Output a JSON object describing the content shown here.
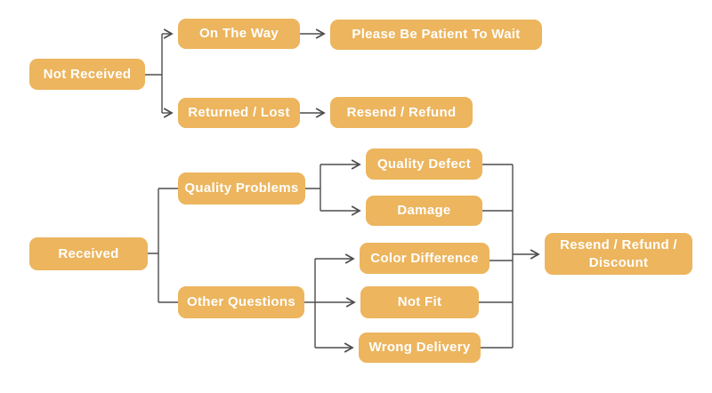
{
  "diagram": {
    "type": "flowchart",
    "colors": {
      "background": "#ffffff",
      "node_fill": "#ecb55e",
      "node_text": "#ffffff",
      "connector": "#4d4d4d"
    },
    "nodes": {
      "not_received": {
        "label": "Not Received"
      },
      "on_the_way": {
        "label": "On The Way"
      },
      "please_wait": {
        "label": "Please Be Patient To Wait"
      },
      "returned_lost": {
        "label": "Returned / Lost"
      },
      "resend_refund": {
        "label": "Resend / Refund"
      },
      "received": {
        "label": "Received"
      },
      "quality_problems": {
        "label": "Quality Problems"
      },
      "other_questions": {
        "label": "Other Questions"
      },
      "quality_defect": {
        "label": "Quality Defect"
      },
      "damage": {
        "label": "Damage"
      },
      "color_difference": {
        "label": "Color Difference"
      },
      "not_fit": {
        "label": "Not Fit"
      },
      "wrong_delivery": {
        "label": "Wrong Delivery"
      },
      "resend_refund_discount": {
        "label": "Resend / Refund / Discount"
      }
    },
    "edges": [
      {
        "from": "not_received",
        "to": "on_the_way",
        "arrow": true
      },
      {
        "from": "not_received",
        "to": "returned_lost",
        "arrow": true
      },
      {
        "from": "on_the_way",
        "to": "please_wait",
        "arrow": true
      },
      {
        "from": "returned_lost",
        "to": "resend_refund",
        "arrow": true
      },
      {
        "from": "received",
        "to": "quality_problems",
        "arrow": false
      },
      {
        "from": "received",
        "to": "other_questions",
        "arrow": false
      },
      {
        "from": "quality_problems",
        "to": "quality_defect",
        "arrow": true
      },
      {
        "from": "quality_problems",
        "to": "damage",
        "arrow": true
      },
      {
        "from": "other_questions",
        "to": "color_difference",
        "arrow": true
      },
      {
        "from": "other_questions",
        "to": "not_fit",
        "arrow": true
      },
      {
        "from": "other_questions",
        "to": "wrong_delivery",
        "arrow": true
      },
      {
        "from": "quality_defect",
        "to": "resend_refund_discount",
        "arrow": true
      },
      {
        "from": "damage",
        "to": "resend_refund_discount",
        "arrow": true
      },
      {
        "from": "color_difference",
        "to": "resend_refund_discount",
        "arrow": true
      },
      {
        "from": "not_fit",
        "to": "resend_refund_discount",
        "arrow": true
      },
      {
        "from": "wrong_delivery",
        "to": "resend_refund_discount",
        "arrow": true
      }
    ]
  }
}
